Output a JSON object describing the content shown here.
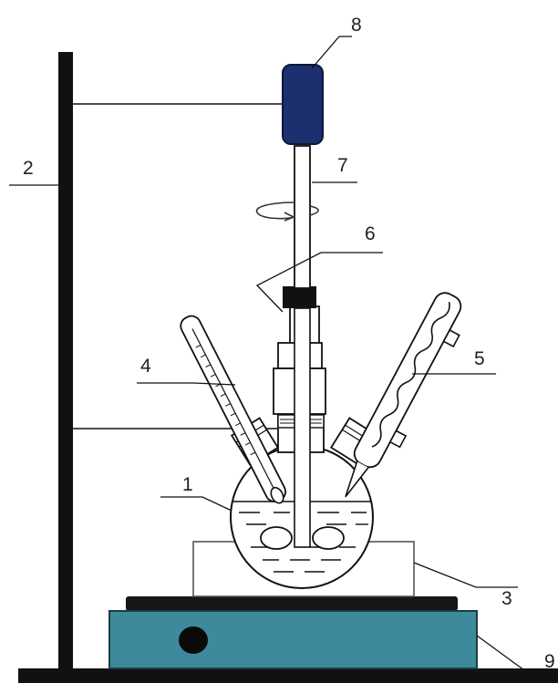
{
  "labels": {
    "l1": "1",
    "l2": "2",
    "l3": "3",
    "l4": "4",
    "l5": "5",
    "l6": "6",
    "l7": "7",
    "l8": "8",
    "l9": "9"
  },
  "colors": {
    "line": "#111111",
    "motor": "#1c2f6e",
    "stirrer_plate": "#3d8a9c",
    "stirrer_top": "#161616",
    "knob": "#0a0a0a",
    "background": "#ffffff"
  },
  "icons": {
    "rotation": "rotation-arrow-icon"
  }
}
